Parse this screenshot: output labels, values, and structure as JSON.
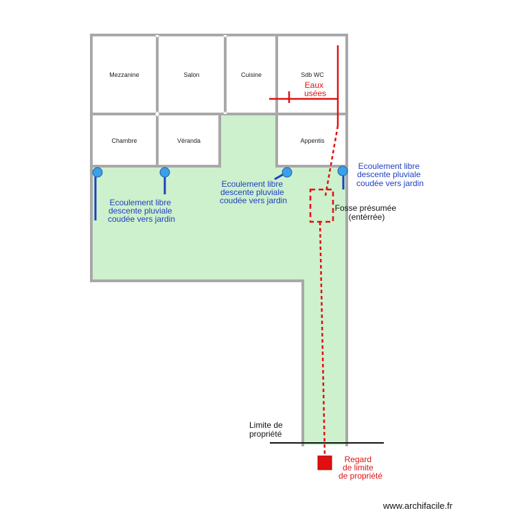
{
  "rooms": {
    "mezzanine": "Mezzanine",
    "salon": "Salon",
    "cuisine": "Cuisine",
    "sdb_wc": "Sdb WC",
    "chambre": "Chambre",
    "veranda": "Véranda",
    "appentis": "Appentis"
  },
  "annotations": {
    "eaux_usees": [
      "Eaux",
      "usées"
    ],
    "downspout_left": [
      "Ecoulement libre",
      "descente pluviale",
      "coudée vers jardin"
    ],
    "downspout_middle": [
      "Ecoulement libre",
      "descente pluviale",
      "coudée vers jardin"
    ],
    "downspout_right": [
      "Ecoulement libre",
      "descente pluviale",
      "coudée vers jardin"
    ],
    "fosse": [
      "Fosse présumée",
      "(entérrée)"
    ],
    "limite": [
      "Limite de",
      "propriété"
    ],
    "regard": [
      "Regard",
      "de limite",
      "de propriété"
    ]
  },
  "credit": "www.archifacile.fr",
  "colors": {
    "wall": "#a8a8a8",
    "garden": "#cdf0cd",
    "waste_water": "#e01010",
    "rain_water": "#1f3fbf",
    "downspout": "#3aa0e8",
    "property_line": "#111111"
  }
}
